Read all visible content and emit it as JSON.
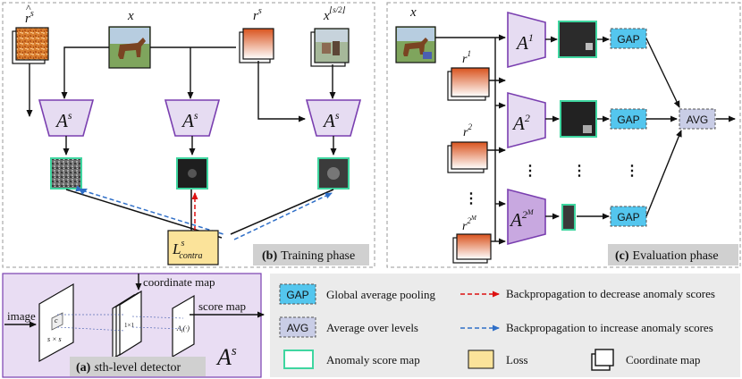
{
  "inputs": {
    "x": "x",
    "r_hat_base": "r",
    "r_hat_sup": "s",
    "r_s_base": "r",
    "r_s_sup": "s",
    "x_down_base": "x",
    "x_down_sup": "⌊s/2⌋"
  },
  "detectors": {
    "base": "A",
    "training_sup": "s",
    "eval_sups": [
      "1",
      "2",
      "2^M"
    ],
    "eval_sup_base": "2",
    "eval_sup_exp": "M"
  },
  "coord_labels": {
    "r1_base": "r",
    "r1_sup": "1",
    "r2_base": "r",
    "r2_sup": "2",
    "r2M_base": "r",
    "r2M_sup": "2",
    "r2M_exp": "M"
  },
  "ops": {
    "gap": "GAP",
    "avg": "AVG",
    "ellipsis": "⋮"
  },
  "loss": {
    "base": "L",
    "sup": "s",
    "sub": "contra"
  },
  "panels": {
    "b": {
      "letter": "(b)",
      "title": "Training phase"
    },
    "c": {
      "letter": "(c)",
      "title": "Evaluation phase"
    },
    "a": {
      "letter": "(a)",
      "title_italic": "s",
      "title_rest": "th-level detector"
    }
  },
  "panel_a": {
    "image_label": "image",
    "coord_map_label": "coordinate map",
    "score_map_label": "score map",
    "s_by_s": "s × s",
    "one_by_one": "1×1",
    "c_label": "c",
    "a_label": "A",
    "a_sub": "i",
    "a_rest": "(·)",
    "detector_base": "A",
    "detector_sup": "s"
  },
  "legend": {
    "gap_box": "GAP",
    "gap_text": "Global average pooling",
    "avg_box": "AVG",
    "avg_text": "Average over levels",
    "score_text": "Anomaly score map",
    "loss_text": "Loss",
    "coord_text": "Coordinate map",
    "red_text": "Backpropagation to decrease anomaly scores",
    "blue_text": "Backpropagation to increase anomaly scores"
  },
  "colors": {
    "detector_fill": "#e6dcf2",
    "detector_stroke": "#7a3fb0",
    "detector_fill_dark": "#c8a8e0",
    "score_border": "#3fd6a0",
    "gap_fill": "#54c6ee",
    "avg_fill": "#c9cde6",
    "loss_fill": "#fbe39a",
    "red_arrow": "#dd1111",
    "blue_arrow": "#2f6fc8",
    "panel_bg": "#ebebeb",
    "panel_a_bg": "#e9ddf3"
  }
}
